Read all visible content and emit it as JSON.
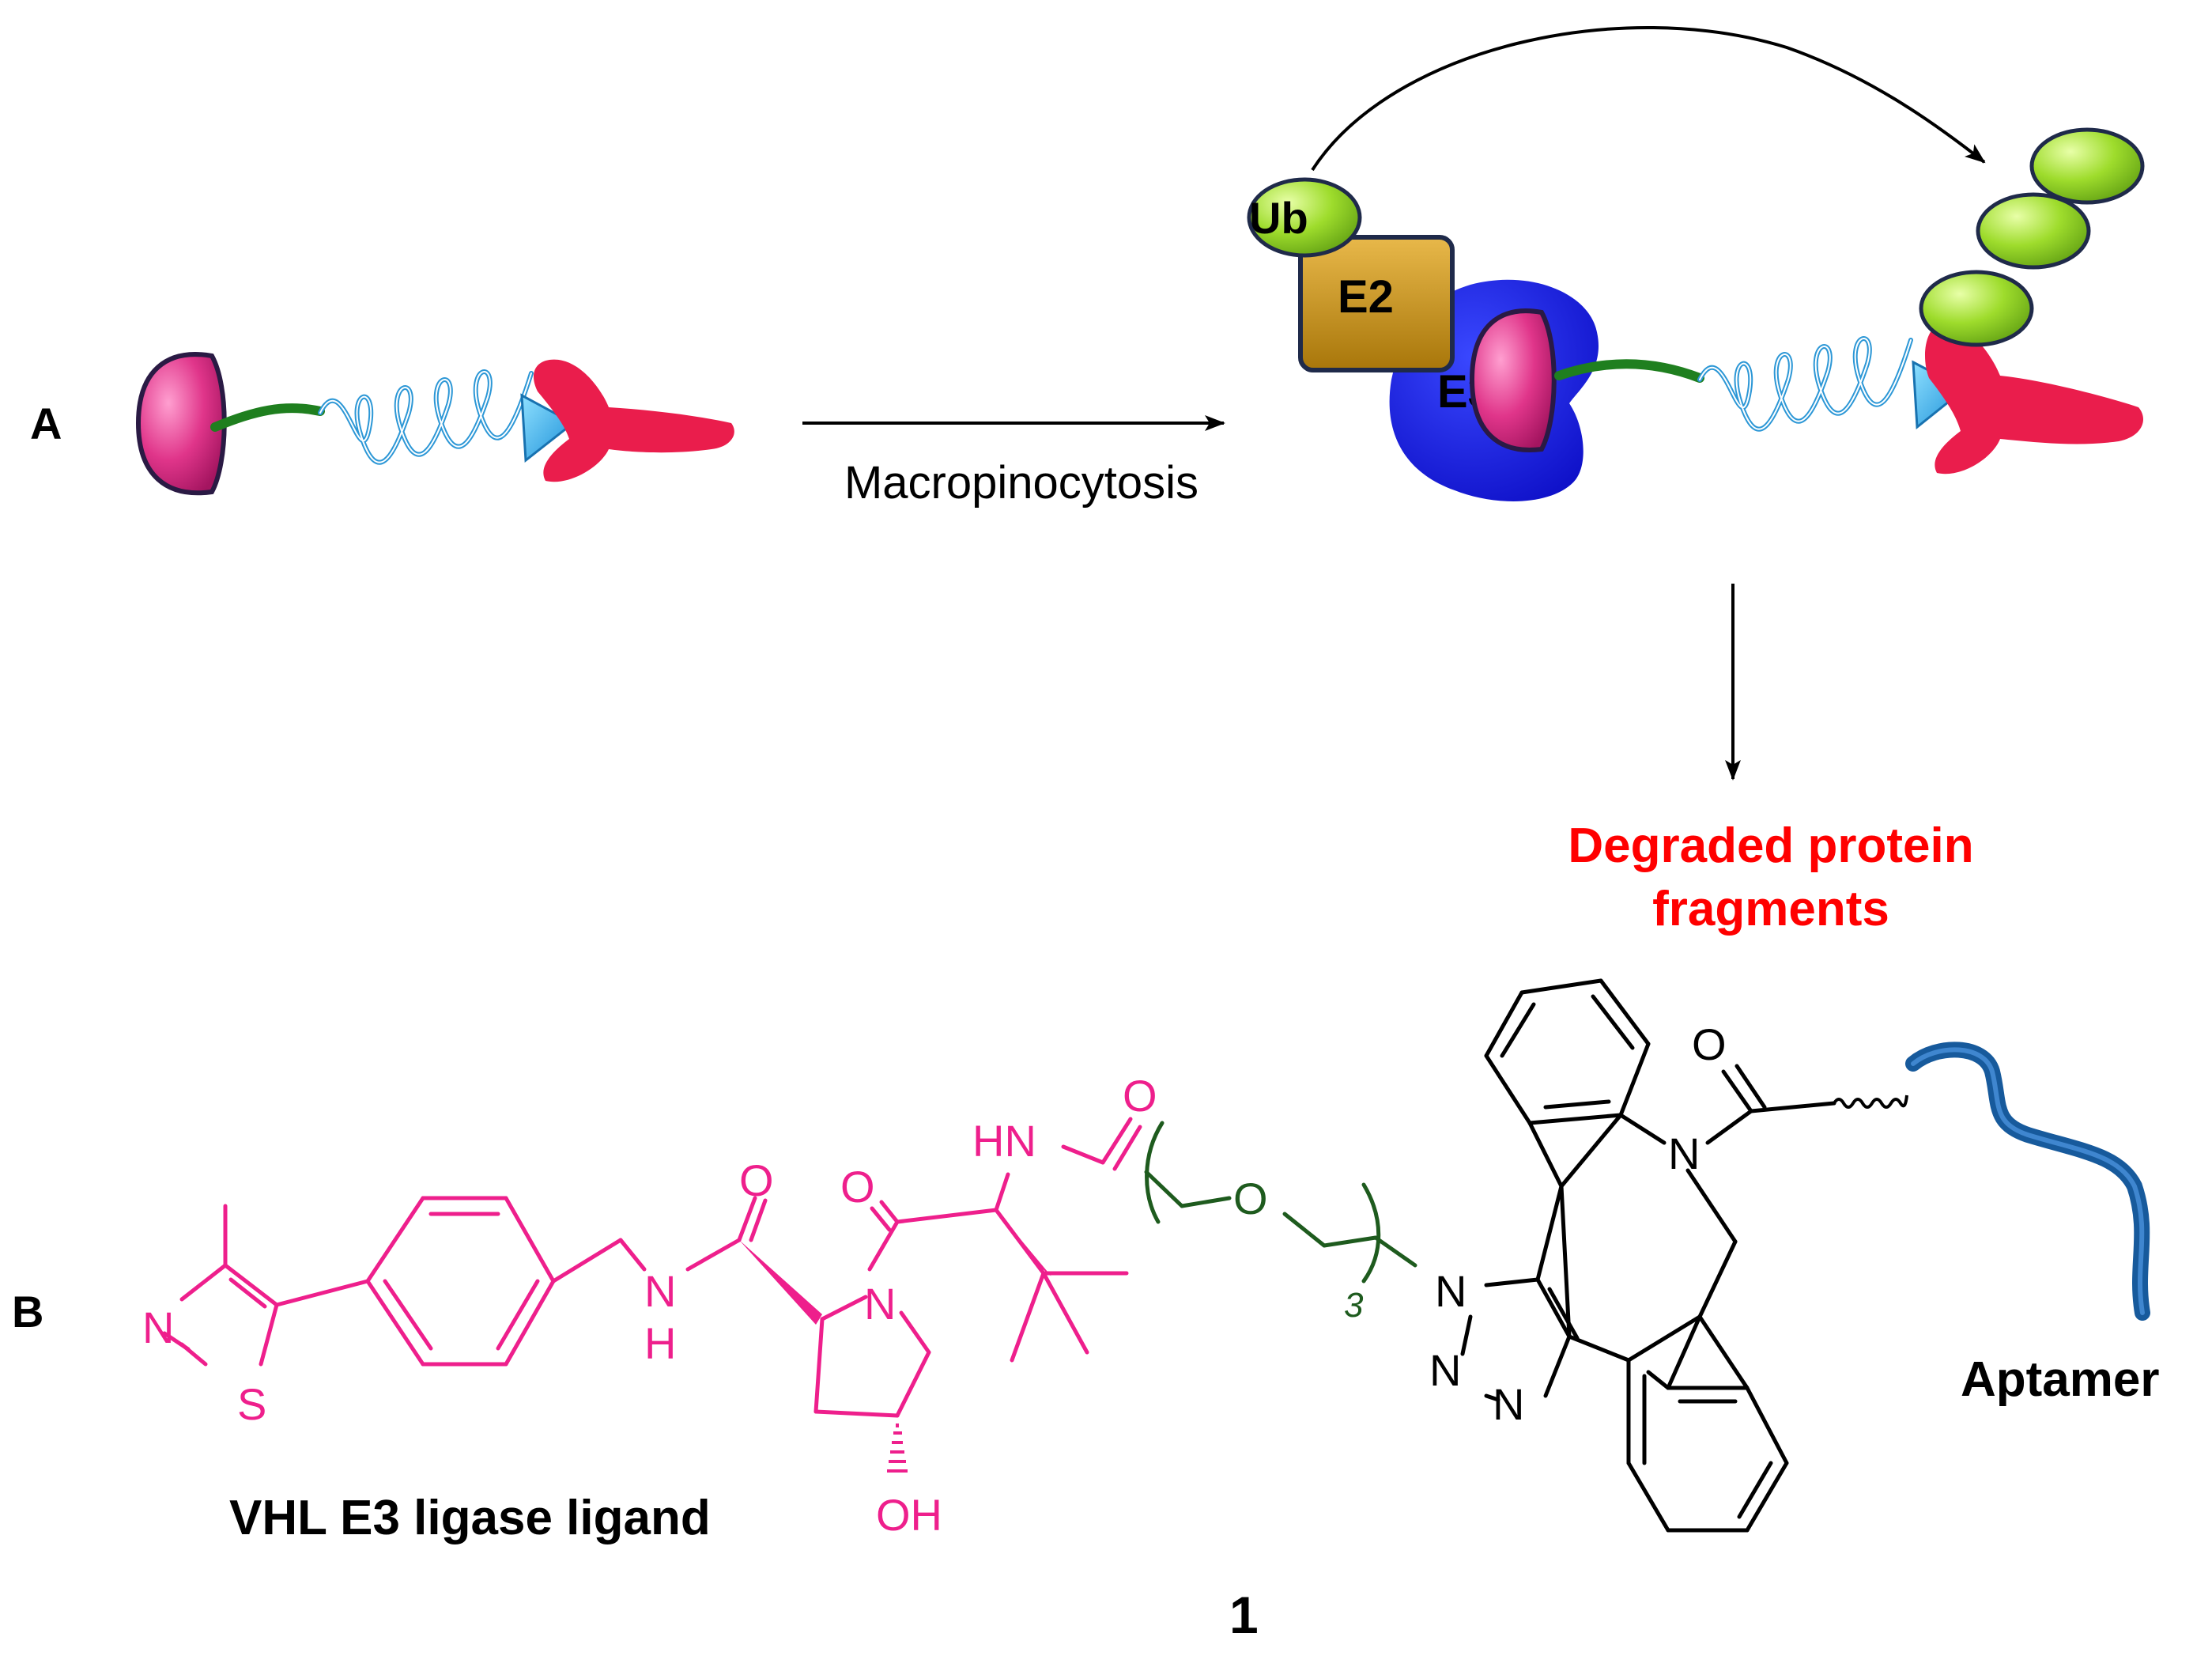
{
  "panel_a": {
    "label": "A",
    "arrow_label": "Macropinocytosis",
    "ub_label": "Ub",
    "e2_label": "E2",
    "e3_label": "E3",
    "result_line1": "Degraded protein",
    "result_line2": "fragments"
  },
  "panel_b": {
    "label": "B",
    "ligand_caption": "VHL E3 ligase ligand",
    "aptamer_caption": "Aptamer",
    "compound_number": "1",
    "repeat_subscript": "3",
    "atoms": {
      "thiazole_n": "N",
      "thiazole_s": "S",
      "amide_nh_n": "N",
      "amide_nh_h": "H",
      "amide_o1": "O",
      "pyrrolidine_n": "N",
      "amide_o2": "O",
      "hn": "HN",
      "amide_o3": "O",
      "ether_o": "O",
      "hydroxyl": "OH",
      "triazole_n1": "N",
      "triazole_n2": "N",
      "triazole_n3": "N",
      "azocine_n": "N",
      "acyl_o": "O"
    }
  },
  "colors": {
    "ligand": "#ee1f8c",
    "linker": "#1e5b1e",
    "black": "#000000",
    "degraded_text": "#ff0000",
    "e3_blue": "#1414e6",
    "e2_gold": "#c9960e",
    "ub_green": "#8ad12a",
    "target_red": "#ea1d4c",
    "spring_blue": "#2c97d6",
    "warhead_cyan": "#27b2ee",
    "aptamer_blue": "#175a9c",
    "ligand_shape": "#d6317f"
  }
}
